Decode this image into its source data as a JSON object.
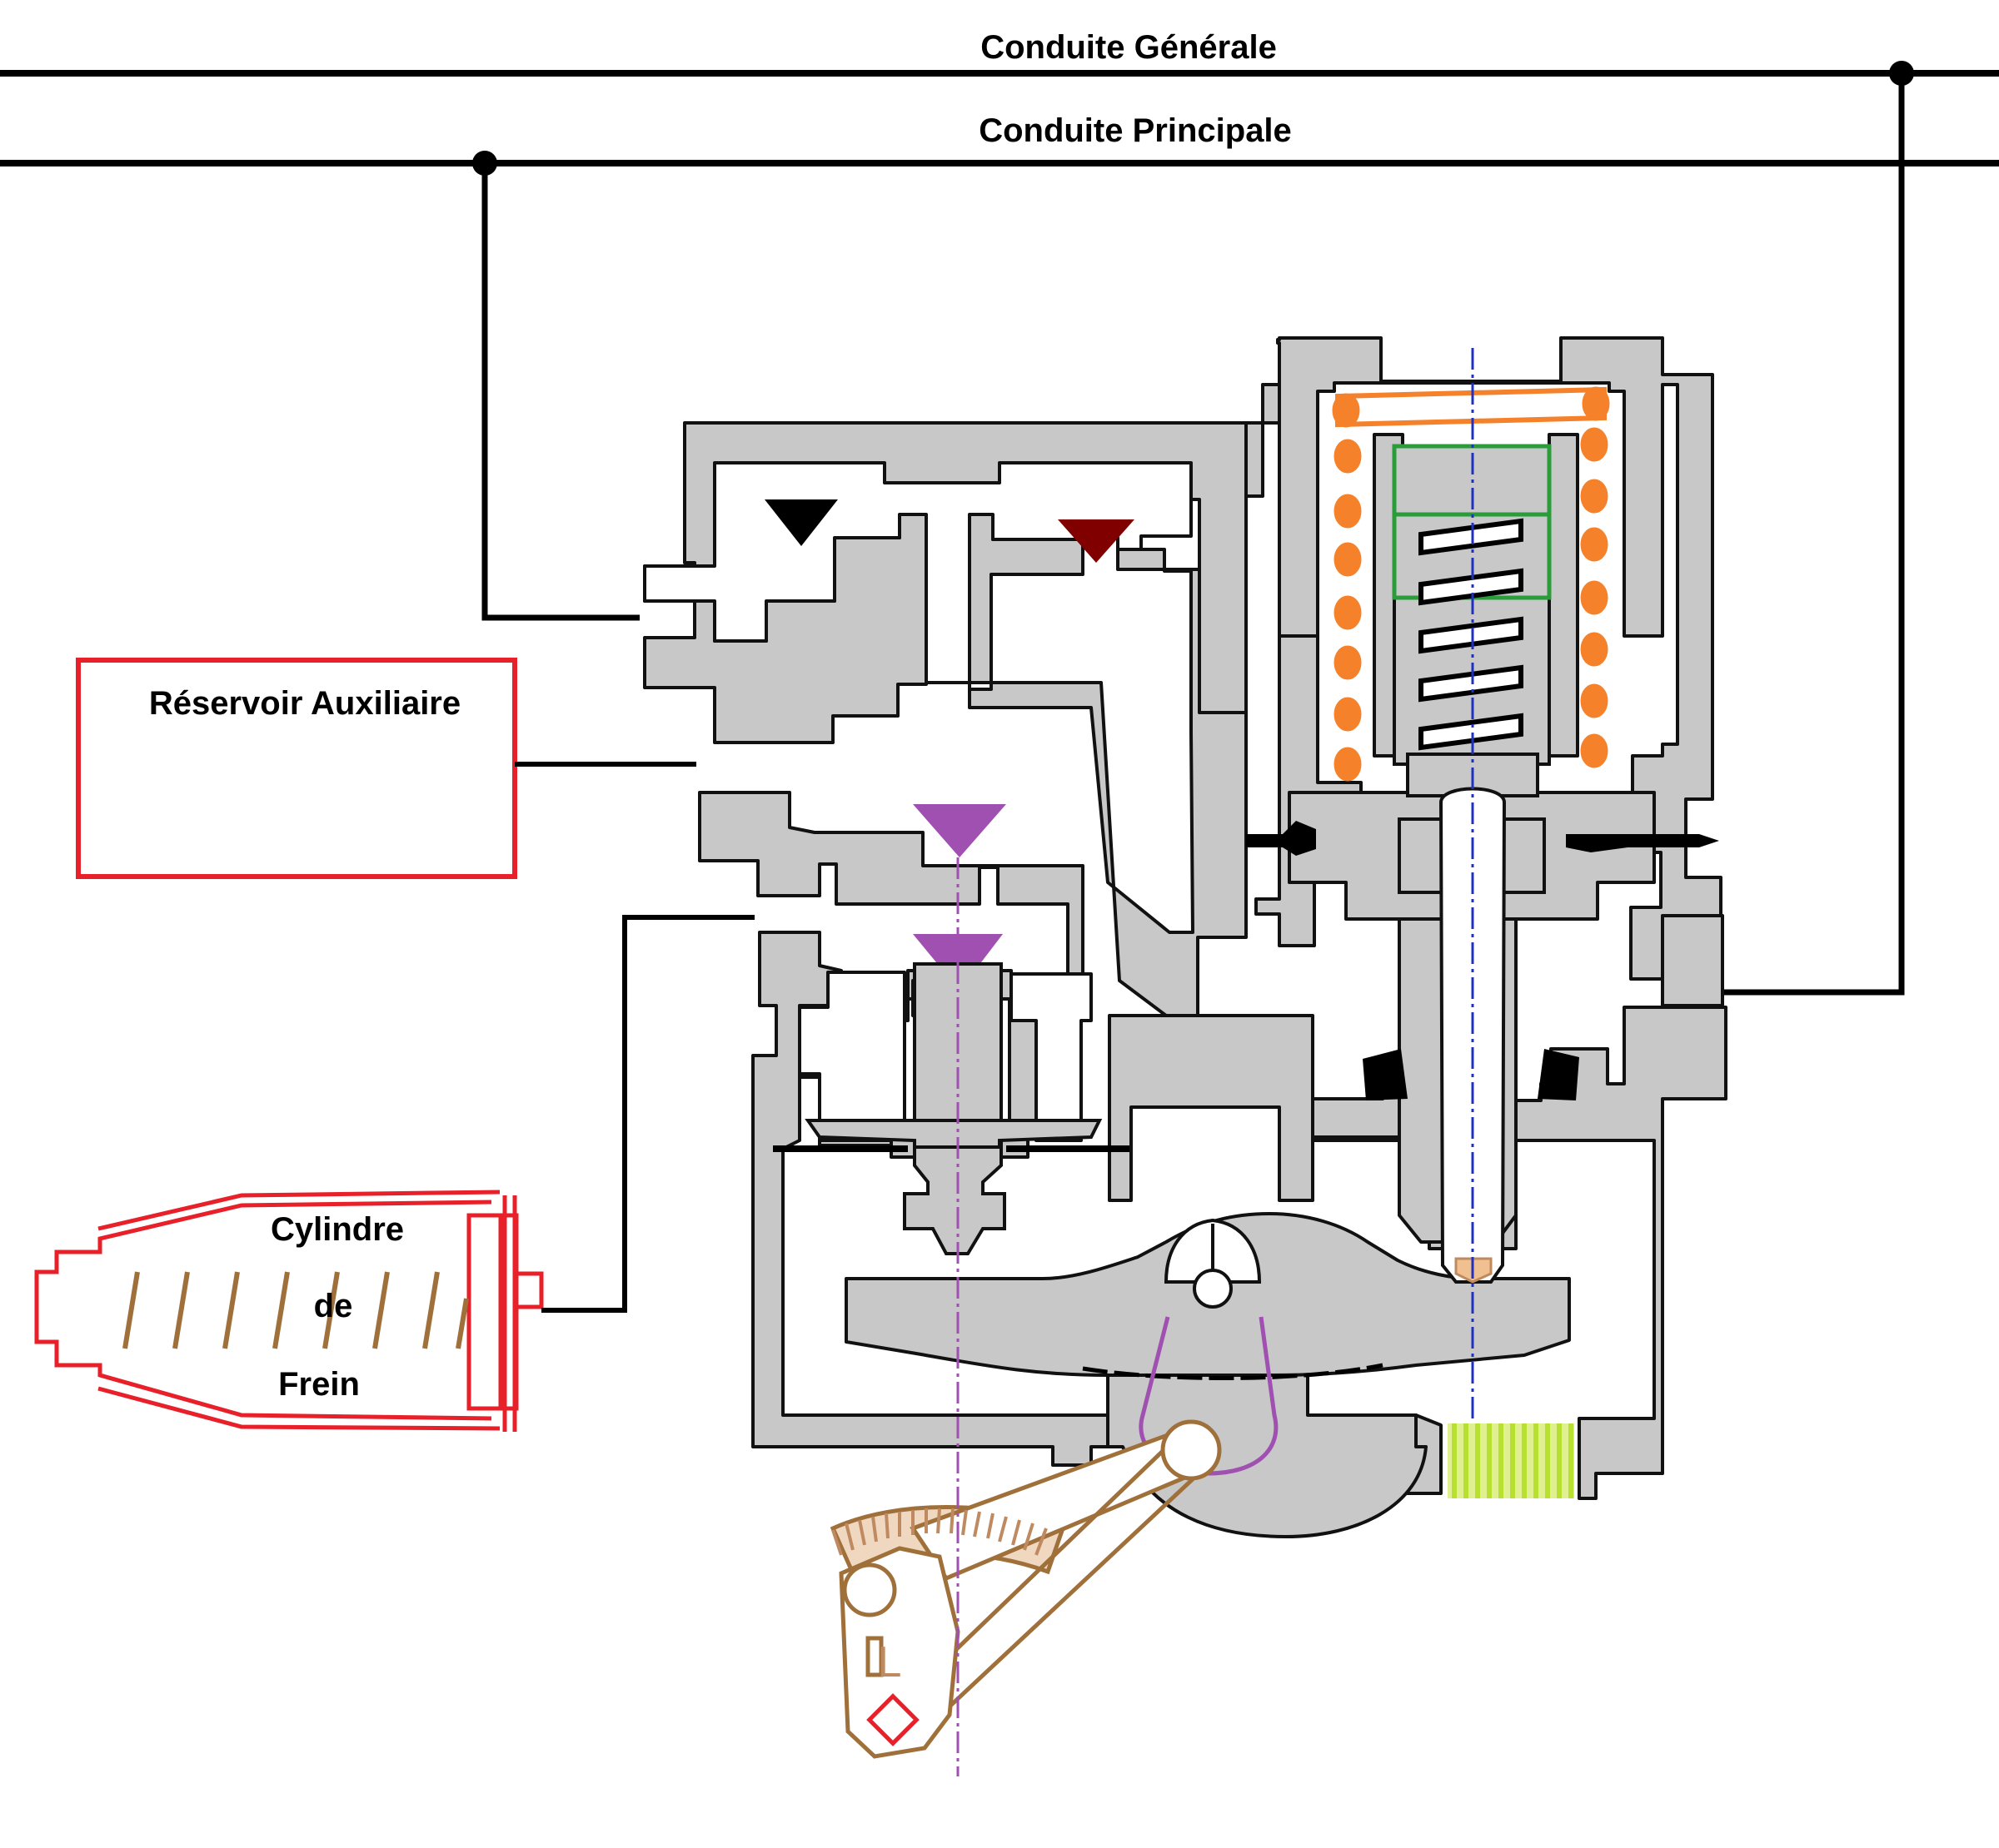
{
  "labels": {
    "conduite_generale": "Conduite Générale",
    "conduite_principale": "Conduite Principale",
    "reservoir_auxiliaire": "Réservoir Auxiliaire",
    "cylindre_line1": "Cylindre",
    "cylindre_line2": "de",
    "cylindre_line3": "Frein",
    "handle_letter": "L"
  },
  "colors": {
    "body": "#c8c8c8",
    "outline": "#111111",
    "reservoir": "#e8202a",
    "spring_outer": "#f5822a",
    "spring_inner": "#ffffff",
    "piston_outline": "#2a9c3a",
    "valve_purple": "#a050b0",
    "valve_black": "#000000",
    "valve_darkred": "#800000",
    "lever": "#c08a60",
    "axis_blue": "#2030c0",
    "filter_green": "#b8e030"
  }
}
